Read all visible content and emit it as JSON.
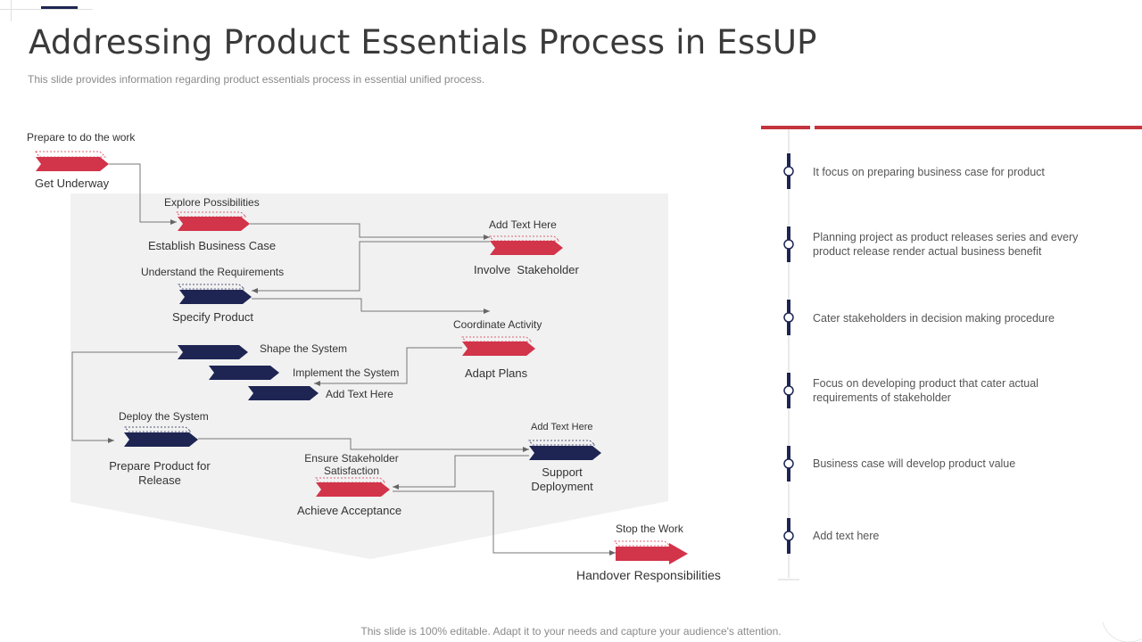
{
  "slide": {
    "title": "Addressing Product Essentials Process in EssUP",
    "subtitle": "This slide provides information regarding product essentials process in essential unified process.",
    "footer": "This slide is 100% editable. Adapt it to your needs and capture your audience's attention."
  },
  "colors": {
    "red": "#d2344a",
    "navy": "#1e2553",
    "panel": "#f1f1f1",
    "line": "#666666"
  },
  "flow": {
    "prepare_to_do": "Prepare to do the work",
    "get_underway": "Get Underway",
    "explore": "Explore Possibilities",
    "establish": "Establish Business Case",
    "understand": "Understand the Requirements",
    "specify": "Specify Product",
    "add_text_1": "Add Text Here",
    "involve": "Involve  Stakeholder",
    "coordinate": "Coordinate Activity",
    "adapt": "Adapt Plans",
    "shape": "Shape the System",
    "implement": "Implement the System",
    "add_text_2": "Add Text Here",
    "deploy": "Deploy the System",
    "prepare_release": "Prepare Product for Release",
    "ensure": "Ensure Stakeholder Satisfaction",
    "achieve": "Achieve Acceptance",
    "add_text_3": "Add Text Here",
    "support": "Support Deployment",
    "stop": "Stop the Work",
    "handover": "Handover Responsibilities"
  },
  "timeline": [
    "It focus on preparing  business case for product",
    "Planning project as product releases series and every product release render actual business benefit",
    "Cater stakeholders in decision making procedure",
    "Focus on developing  product that cater actual requirements  of stakeholder",
    "Business case will develop  product value",
    "Add text here"
  ]
}
